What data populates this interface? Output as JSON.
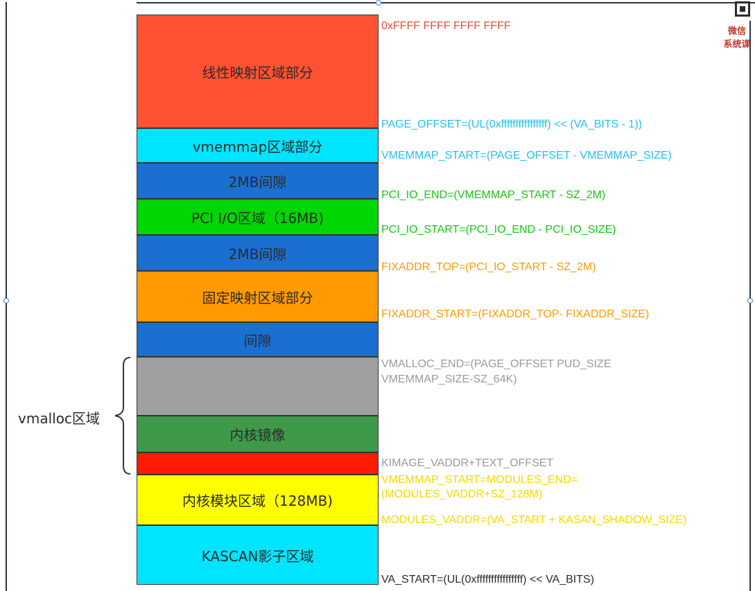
{
  "segments": [
    {
      "id": "linear-map",
      "label": "线性映射区域部分",
      "color": "#ff5233"
    },
    {
      "id": "vmemmap",
      "label": "vmemmap区域部分",
      "color": "#00e5ff"
    },
    {
      "id": "gap-1",
      "label": "2MB间隙",
      "color": "#1a6fd1"
    },
    {
      "id": "pci-io",
      "label": "PCI I/O区域（16MB)",
      "color": "#00d600"
    },
    {
      "id": "gap-2",
      "label": "2MB间隙",
      "color": "#1a6fd1"
    },
    {
      "id": "fixmap",
      "label": "固定映射区域部分",
      "color": "#ff9a00"
    },
    {
      "id": "gap-3",
      "label": "间隙",
      "color": "#1a6fd1"
    },
    {
      "id": "vmalloc-space",
      "label": "",
      "color": "#a0a0a0"
    },
    {
      "id": "kernel-image",
      "label": "内核镜像",
      "color": "#3e9a48"
    },
    {
      "id": "red-band",
      "label": "",
      "color": "#ff1a00"
    },
    {
      "id": "modules",
      "label": "内核模块区域（128MB)",
      "color": "#ffff00"
    },
    {
      "id": "kasan",
      "label": "KASCAN影子区域",
      "color": "#00e5ff"
    }
  ],
  "addresses": {
    "top": {
      "text": "0xFFFF FFFF FFFF FFFF",
      "color": "#e74c3c"
    },
    "page_offset": {
      "text": "PAGE_OFFSET=(UL(0xffffffffffffffff) << (VA_BITS - 1))",
      "color": "#22c1ee"
    },
    "vmemmap_start": {
      "text": "VMEMMAP_START=(PAGE_OFFSET - VMEMMAP_SIZE)",
      "color": "#22c1ee"
    },
    "pci_io_end": {
      "text": "PCI_IO_END=(VMEMMAP_START - SZ_2M)",
      "color": "#12c812"
    },
    "pci_io_start": {
      "text": "PCI_IO_START=(PCI_IO_END - PCI_IO_SIZE)",
      "color": "#12c812"
    },
    "fixaddr_top": {
      "text": "FIXADDR_TOP=(PCI_IO_START - SZ_2M)",
      "color": "#ff9a00"
    },
    "fixaddr_start": {
      "text": "FIXADDR_START=(FIXADDR_TOP- FIXADDR_SIZE)",
      "color": "#ff9a00"
    },
    "vmalloc_end_1": {
      "text": "VMALLOC_END=(PAGE_OFFSET PUD_SIZE",
      "color": "#9a9a9a"
    },
    "vmalloc_end_2": {
      "text": "VMEMMAP_SIZE-SZ_64K)",
      "color": "#9a9a9a"
    },
    "kimage_vaddr": {
      "text": "KIMAGE_VADDR+TEXT_OFFSET",
      "color": "#9a9a9a"
    },
    "modules_end_1": {
      "text": "VMEMMAP_START=MODULES_END=",
      "color": "#f5d800"
    },
    "modules_end_2": {
      "text": "(MODULES_VADDR+SZ_128M)",
      "color": "#f5d800"
    },
    "modules_vaddr": {
      "text": "MODULES_VADDR=(VA_START + KASAN_SHADOW_SIZE)",
      "color": "#f5d800"
    },
    "va_start": {
      "text": "VA_START=(UL(0xffffffffffffffff) << VA_BITS)",
      "color": "#2b2b2b"
    }
  },
  "vmalloc_label": "vmalloc区域",
  "watermark": {
    "line1": "微信",
    "line2": "系统课"
  }
}
